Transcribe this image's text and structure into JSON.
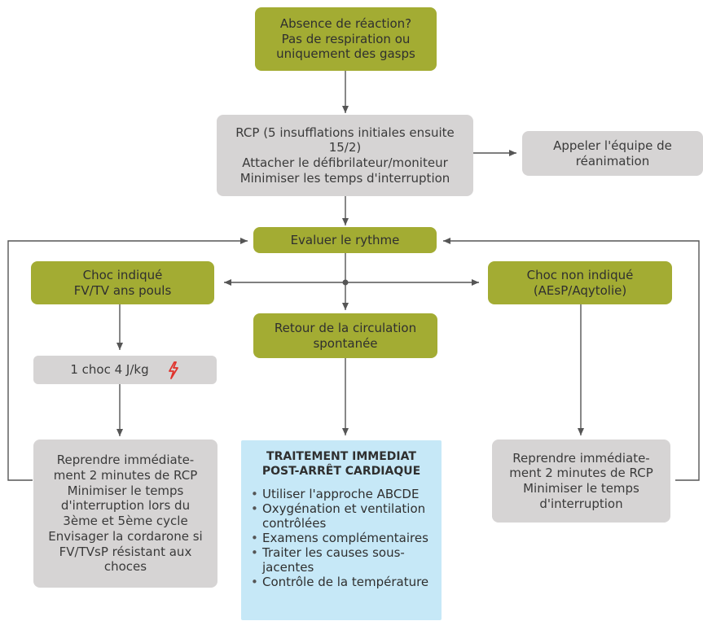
{
  "start": {
    "lines": [
      "Absence de réaction?",
      "Pas de respiration ou",
      "uniquement des gasps"
    ]
  },
  "rcp": {
    "lines": [
      "RCP (5 insufflations initiales ensuite",
      "15/2)",
      "Attacher le défibrilateur/moniteur",
      "Minimiser les temps d'interruption"
    ]
  },
  "call_team": {
    "lines": [
      "Appeler l'équipe de",
      "réanimation"
    ]
  },
  "evaluate": {
    "label": "Evaluer le rythme"
  },
  "shockable": {
    "lines": [
      "Choc indiqué",
      "FV/TV ans pouls"
    ]
  },
  "non_shockable": {
    "lines": [
      "Choc non indiqué",
      "(AEsP/Aqytolie)"
    ]
  },
  "rosc": {
    "lines": [
      "Retour de la circulation",
      "spontanée"
    ]
  },
  "shock": {
    "label": "1 choc 4 J/kg",
    "icon": "lightning-icon",
    "icon_color": "#e0322b"
  },
  "resume_left": {
    "lines": [
      "Reprendre immédiate-",
      "ment 2 minutes de RCP",
      "Minimiser le temps",
      "d'interruption lors du",
      "3ème et 5ème cycle",
      "Envisager la cordarone si",
      "FV/TVsP résistant aux",
      "choces"
    ]
  },
  "resume_right": {
    "lines": [
      "Reprendre immédiate-",
      "ment 2 minutes de RCP",
      "Minimiser le temps",
      "d'interruption"
    ]
  },
  "post_arrest": {
    "title_lines": [
      "TRAITEMENT IMMEDIAT",
      "POST-ARRÊT CARDIAQUE"
    ],
    "items": [
      "Utiliser l'approche ABCDE",
      "Oxygénation  et ventilation contrôlées",
      "Examens complémentaires",
      "Traiter les causes sous-jacentes",
      "Contrôle de la température"
    ]
  },
  "colors": {
    "green": "#a3ac33",
    "gray": "#d6d4d4",
    "blue": "#c6e8f7",
    "arrow": "#555555"
  }
}
